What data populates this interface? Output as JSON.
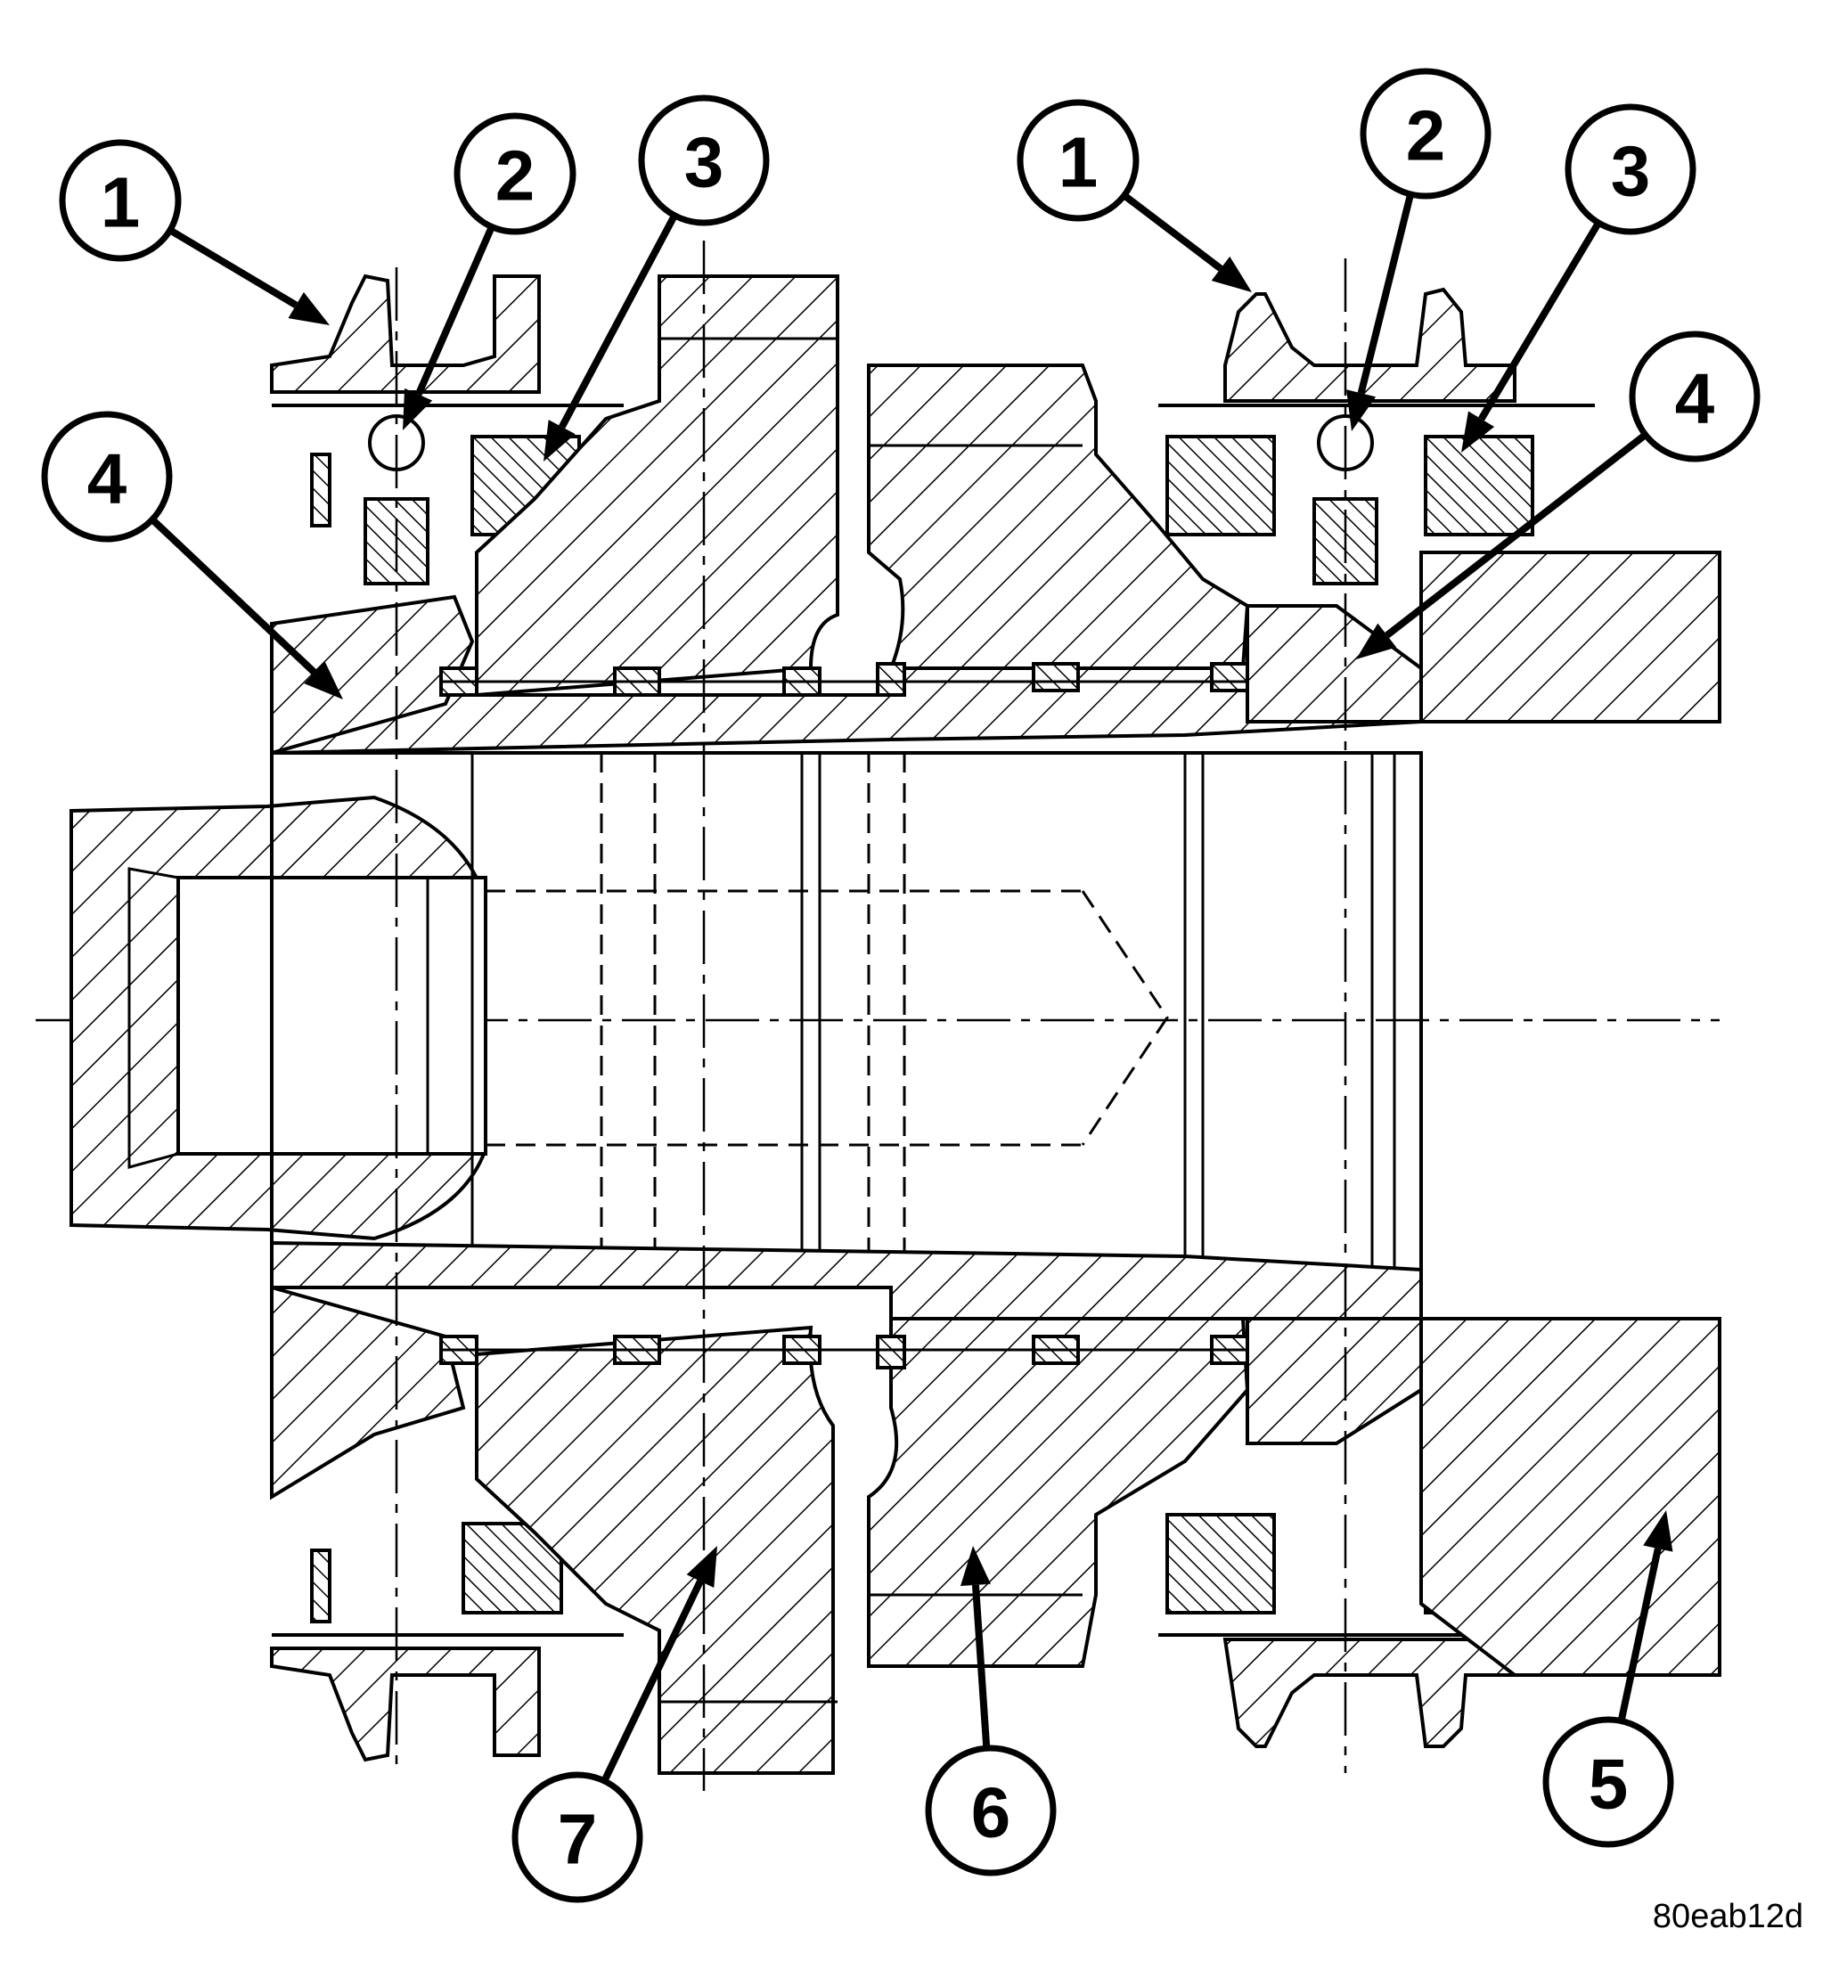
{
  "figure": {
    "code": "80eab12d",
    "callouts": [
      {
        "id": "c1-left",
        "label": "1"
      },
      {
        "id": "c2-left",
        "label": "2"
      },
      {
        "id": "c3-left",
        "label": "3"
      },
      {
        "id": "c4-left",
        "label": "4"
      },
      {
        "id": "c1-right",
        "label": "1"
      },
      {
        "id": "c2-right",
        "label": "2"
      },
      {
        "id": "c3-right",
        "label": "3"
      },
      {
        "id": "c4-right",
        "label": "4"
      },
      {
        "id": "c5",
        "label": "5"
      },
      {
        "id": "c6",
        "label": "6"
      },
      {
        "id": "c7",
        "label": "7"
      }
    ]
  }
}
